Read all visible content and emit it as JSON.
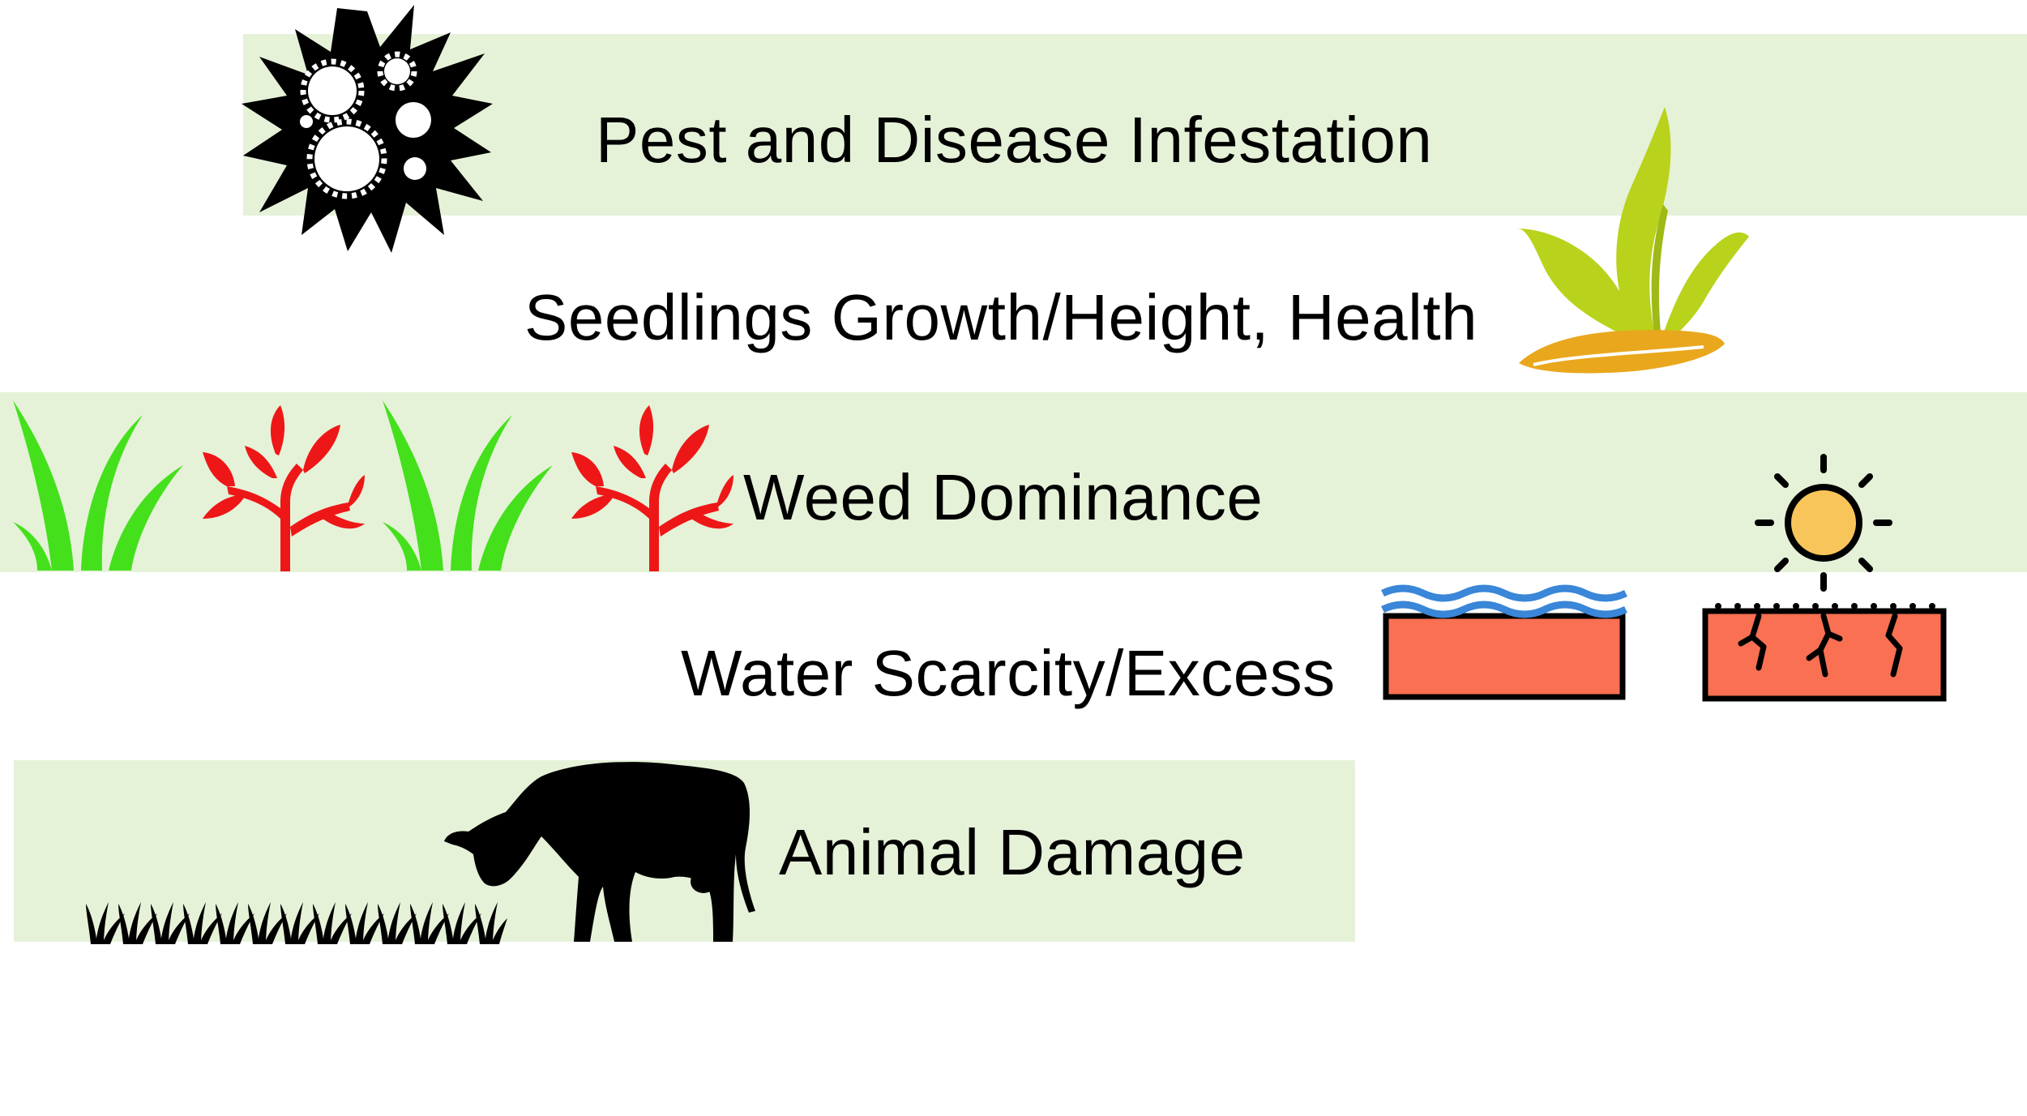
{
  "colors": {
    "band": "#e5f2d8",
    "virus": "#000000",
    "virus_inner": "#ffffff",
    "virus_inner_green": "#e5f2d8",
    "seedling_leaf": "#b9d21b",
    "seedling_leaf_dark": "#9fb916",
    "seedling_seed": "#e9a71d",
    "grass": "#44e01c",
    "weed": "#ee1717",
    "soil": "#f97052",
    "water": "#3a86d8",
    "sun": "#f8c55b",
    "outline": "#000000",
    "cow": "#000000"
  },
  "rows": [
    {
      "label": "Pest and Disease Infestation",
      "icon": "virus-icon"
    },
    {
      "label": "Seedlings Growth/Height, Health",
      "icon": "seedling-icon"
    },
    {
      "label": "Weed Dominance",
      "icon": "weeds-icon"
    },
    {
      "label": "Water Scarcity/Excess",
      "icon": "flooded-soil-icon"
    },
    {
      "label": "Animal Damage",
      "icon": "cow-icon"
    }
  ],
  "icons": [
    "virus-icon",
    "seedling-icon",
    "grass-icon",
    "weed-icon",
    "grass-icon",
    "weed-icon",
    "flooded-soil-icon",
    "sun-icon",
    "dry-cracked-soil-icon",
    "cow-icon",
    "grass-row-icon"
  ]
}
